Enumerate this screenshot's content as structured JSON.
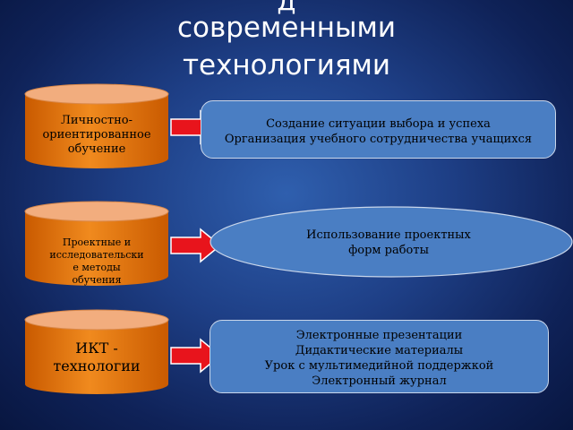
{
  "title": {
    "line1": "д",
    "line2": "современными",
    "line3": "технологиями"
  },
  "colors": {
    "cylinder_body": "#e8740c",
    "cylinder_top": "#f0a878",
    "arrow": "#e8141c",
    "box_fill": "#4a7ec3",
    "background": "#1e3f86"
  },
  "rows": [
    {
      "cylinder_lines": [
        "Личностно-",
        "ориентированное",
        "обучение"
      ],
      "details": [
        "Создание ситуации выбора и успеха",
        "Организация учебного сотрудничества учащихся"
      ]
    },
    {
      "cylinder_lines": [
        "Проектные и",
        "исследовательски",
        "е методы",
        "обучения"
      ],
      "details": [
        "Использование проектных",
        "форм работы"
      ]
    },
    {
      "cylinder_lines": [
        "ИКТ -",
        "технологии"
      ],
      "details": [
        "Электронные презентации",
        "Дидактические материалы",
        "Урок с мультимедийной поддержкой",
        "Электронный журнал"
      ]
    }
  ]
}
